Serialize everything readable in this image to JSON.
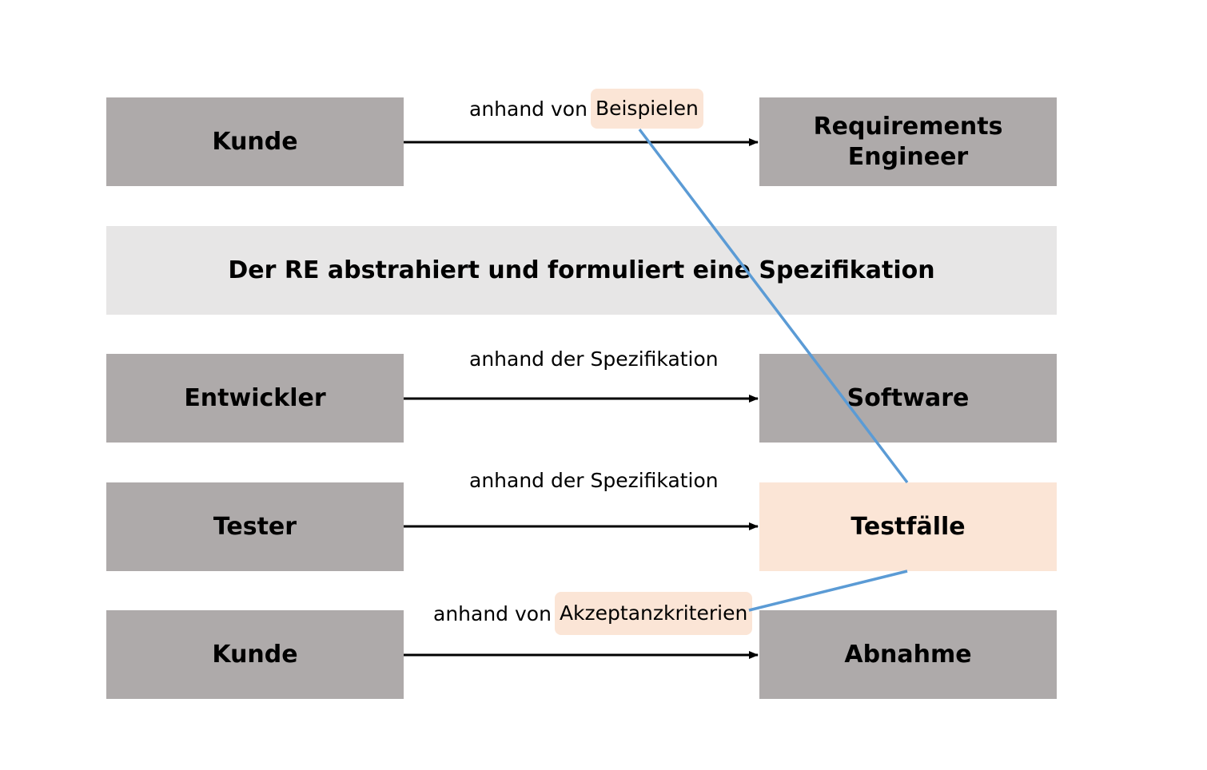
{
  "rows": [
    {
      "source": "Kunde",
      "target": "Requirements Engineer",
      "label_prefix": "anhand von",
      "label_highlight": "Beispielen"
    },
    {
      "source": "Entwickler",
      "target": "Software",
      "label_prefix": "anhand der Spezifikation",
      "label_highlight": ""
    },
    {
      "source": "Tester",
      "target": "Testfälle",
      "label_prefix": "anhand der Spezifikation",
      "label_highlight": ""
    },
    {
      "source": "Kunde",
      "target": "Abnahme",
      "label_prefix": "anhand von",
      "label_highlight": "Akzeptanzkriterien"
    }
  ],
  "banner": "Der RE abstrahiert und formuliert eine Spezifikation",
  "colors": {
    "box_gray": "#aeaaaa",
    "banner_bg": "#e7e6e6",
    "highlight_bg": "#fbe5d6",
    "connector_blue": "#5b9bd5",
    "arrow": "#000000"
  }
}
